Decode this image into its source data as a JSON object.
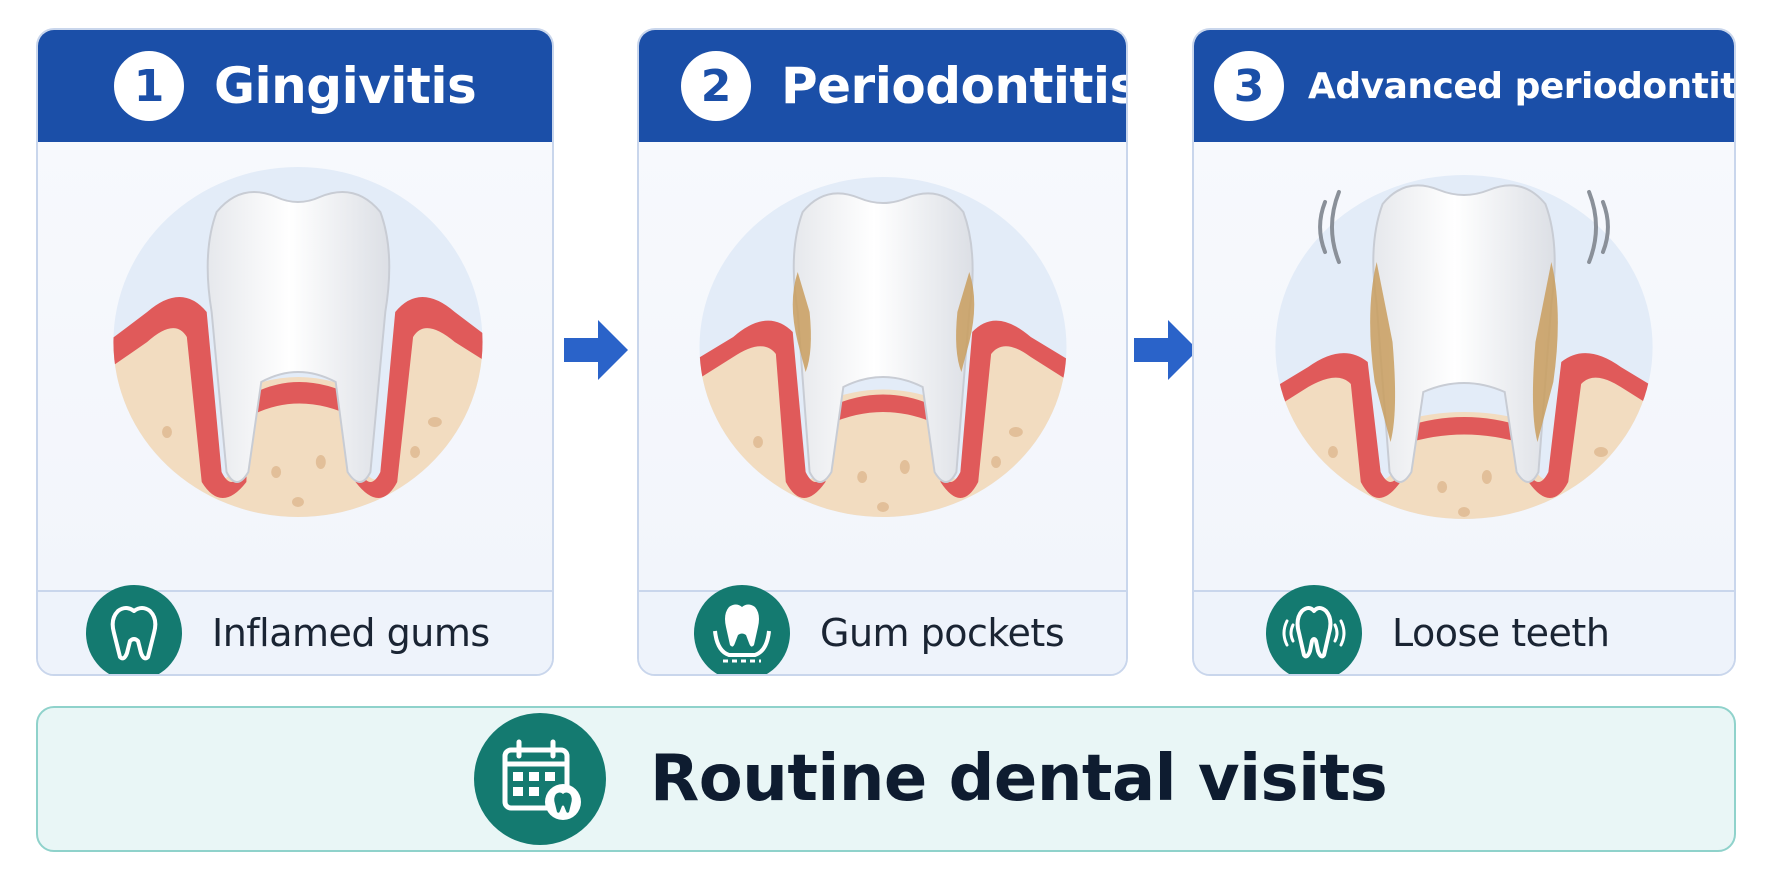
{
  "stages": [
    {
      "number": "1",
      "title": "Gingivitis",
      "symptom": "Inflamed gums",
      "symptom_icon": "tooth-icon"
    },
    {
      "number": "2",
      "title": "Periodontitis",
      "symptom": "Gum pockets",
      "symptom_icon": "tooth-gum-pocket-icon"
    },
    {
      "number": "3",
      "title": "Advanced periodontitis",
      "symptom": "Loose teeth",
      "symptom_icon": "loose-tooth-icon"
    }
  ],
  "banner": {
    "label": "Routine dental visits",
    "icon": "calendar-tooth-icon"
  },
  "colors": {
    "header_blue": "#1b4fa8",
    "arrow_blue": "#2a63c9",
    "icon_teal": "#147a70",
    "gum_red": "#e05a5a",
    "bone_beige": "#f2dcc0",
    "tartar": "#c99d5e",
    "banner_bg": "#e9f6f6"
  }
}
